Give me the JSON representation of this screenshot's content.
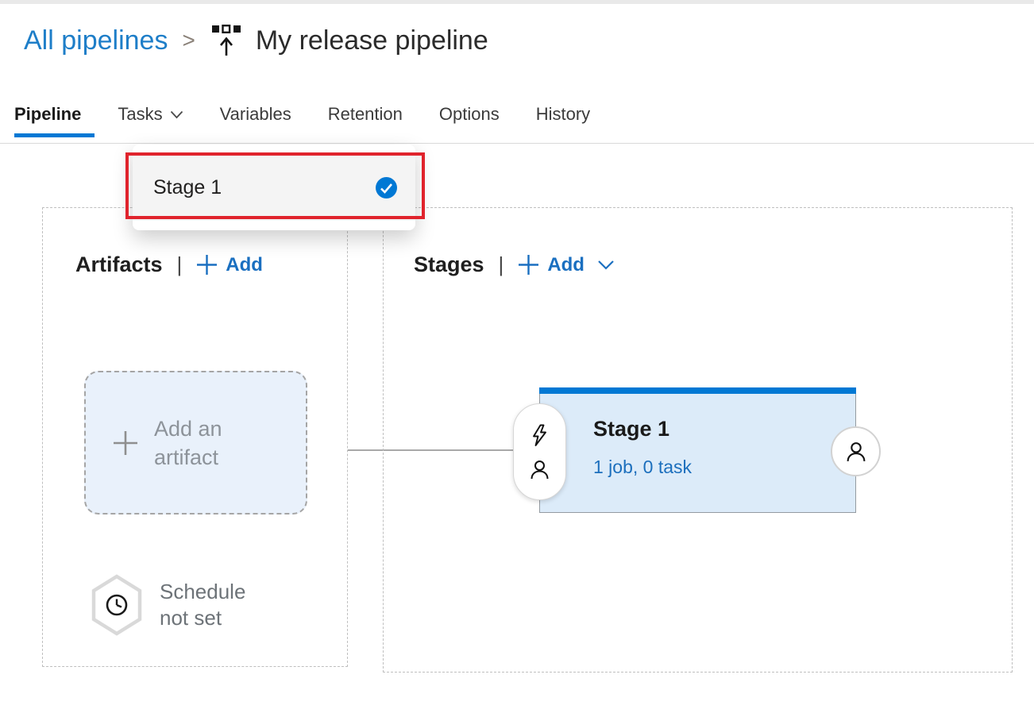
{
  "breadcrumb": {
    "parent": "All pipelines",
    "separator": ">",
    "title": "My release pipeline"
  },
  "tabs": {
    "items": [
      {
        "label": "Pipeline",
        "active": true
      },
      {
        "label": "Tasks",
        "has_dropdown": true
      },
      {
        "label": "Variables"
      },
      {
        "label": "Retention"
      },
      {
        "label": "Options"
      },
      {
        "label": "History"
      }
    ]
  },
  "tasks_dropdown": {
    "item_label": "Stage 1",
    "selected": true
  },
  "artifacts": {
    "title": "Artifacts",
    "divider": "|",
    "add_label": "Add",
    "placeholder_line1": "Add an",
    "placeholder_line2": "artifact",
    "schedule_line1": "Schedule",
    "schedule_line2": "not set"
  },
  "stages": {
    "title": "Stages",
    "divider": "|",
    "add_label": "Add",
    "card": {
      "title": "Stage 1",
      "summary": "1 job, 0 task"
    }
  },
  "colors": {
    "accent_blue": "#0078d4",
    "link_blue": "#1a6fc0",
    "breadcrumb_blue": "#1e7ec8",
    "highlight_red": "#e0232c",
    "stage_card_bg": "#dcebf9",
    "artifact_box_bg": "#e9f1fb",
    "summary_link_blue": "#1c6fbd"
  }
}
